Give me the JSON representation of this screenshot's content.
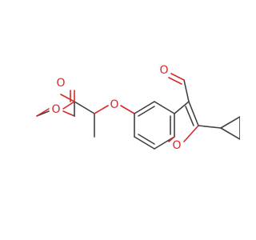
{
  "molecule": {
    "atom_labels": {
      "carbonyl_oxygen": "O",
      "ester_oxygen": "O",
      "ether_oxygen": "O",
      "aldehyde_oxygen": "O",
      "furan_oxygen": "O"
    },
    "colors": {
      "bond": "#404040",
      "oxygen": "#d42a2a",
      "background": "#ffffff"
    }
  }
}
